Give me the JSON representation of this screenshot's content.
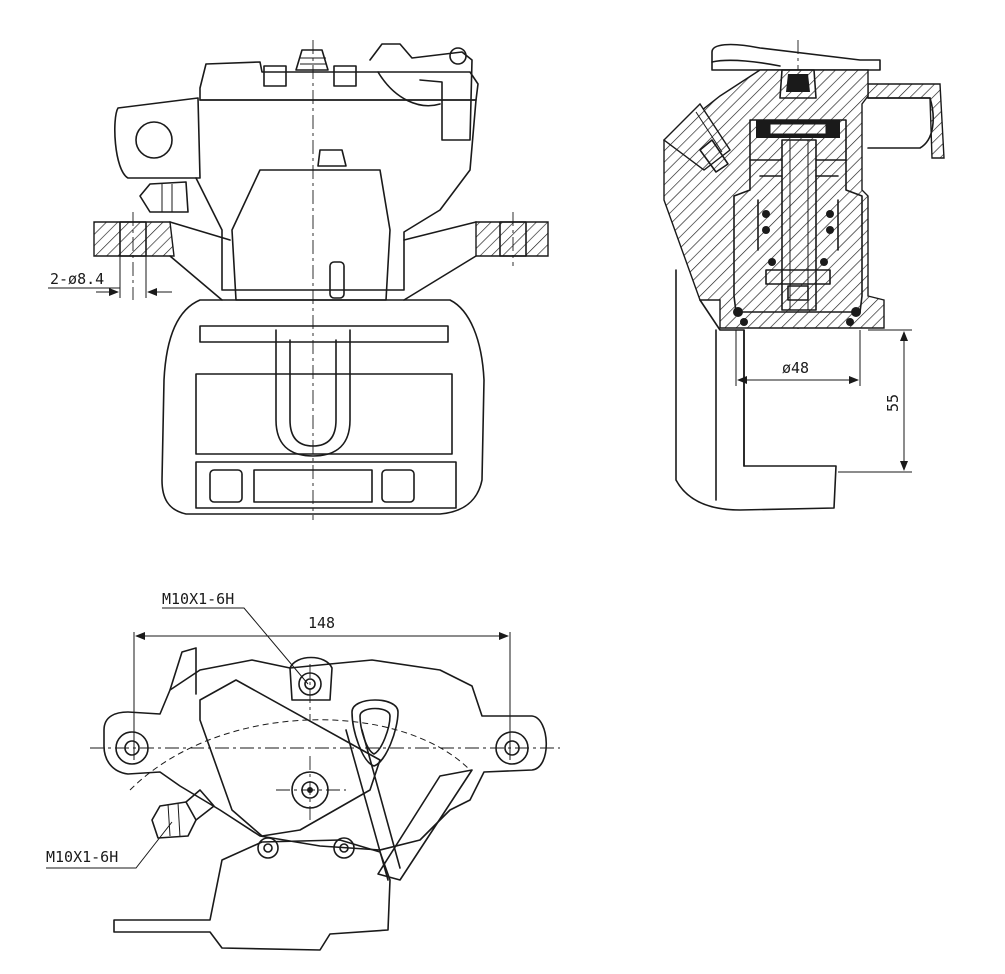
{
  "dimensions": {
    "mount_holes": "2-ø8.4",
    "piston_diameter": "ø48",
    "piston_height": "55",
    "mount_span": "148",
    "top_port_thread": "M10X1-6H",
    "side_port_thread": "M10X1-6H"
  },
  "colors": {
    "line": "#1a1a1a",
    "background": "#ffffff"
  }
}
